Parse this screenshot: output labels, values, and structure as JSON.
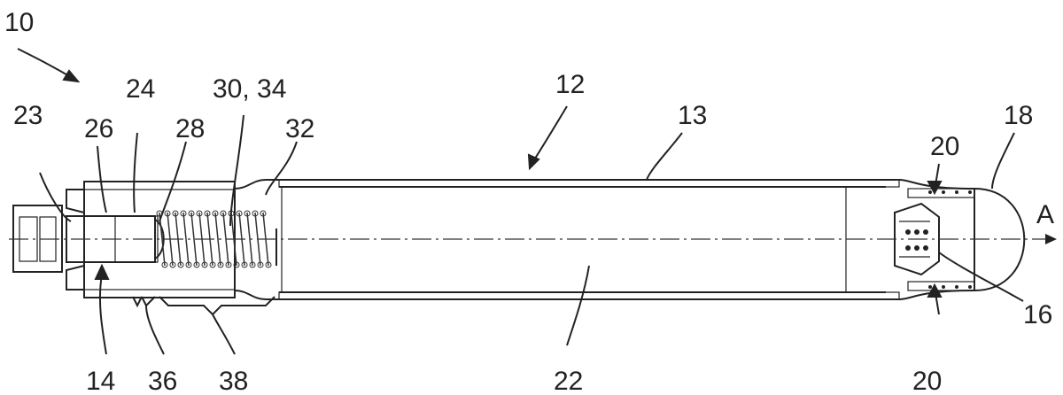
{
  "figure": {
    "labels": {
      "l10": "10",
      "l12": "12",
      "l13": "13",
      "l14": "14",
      "l16": "16",
      "l18": "18",
      "l20a": "20",
      "l20b": "20",
      "l22": "22",
      "l23": "23",
      "l24": "24",
      "l26": "26",
      "l28": "28",
      "l30_34": "30, 34",
      "l32": "32",
      "l36": "36",
      "l38": "38",
      "axis": "A"
    }
  }
}
